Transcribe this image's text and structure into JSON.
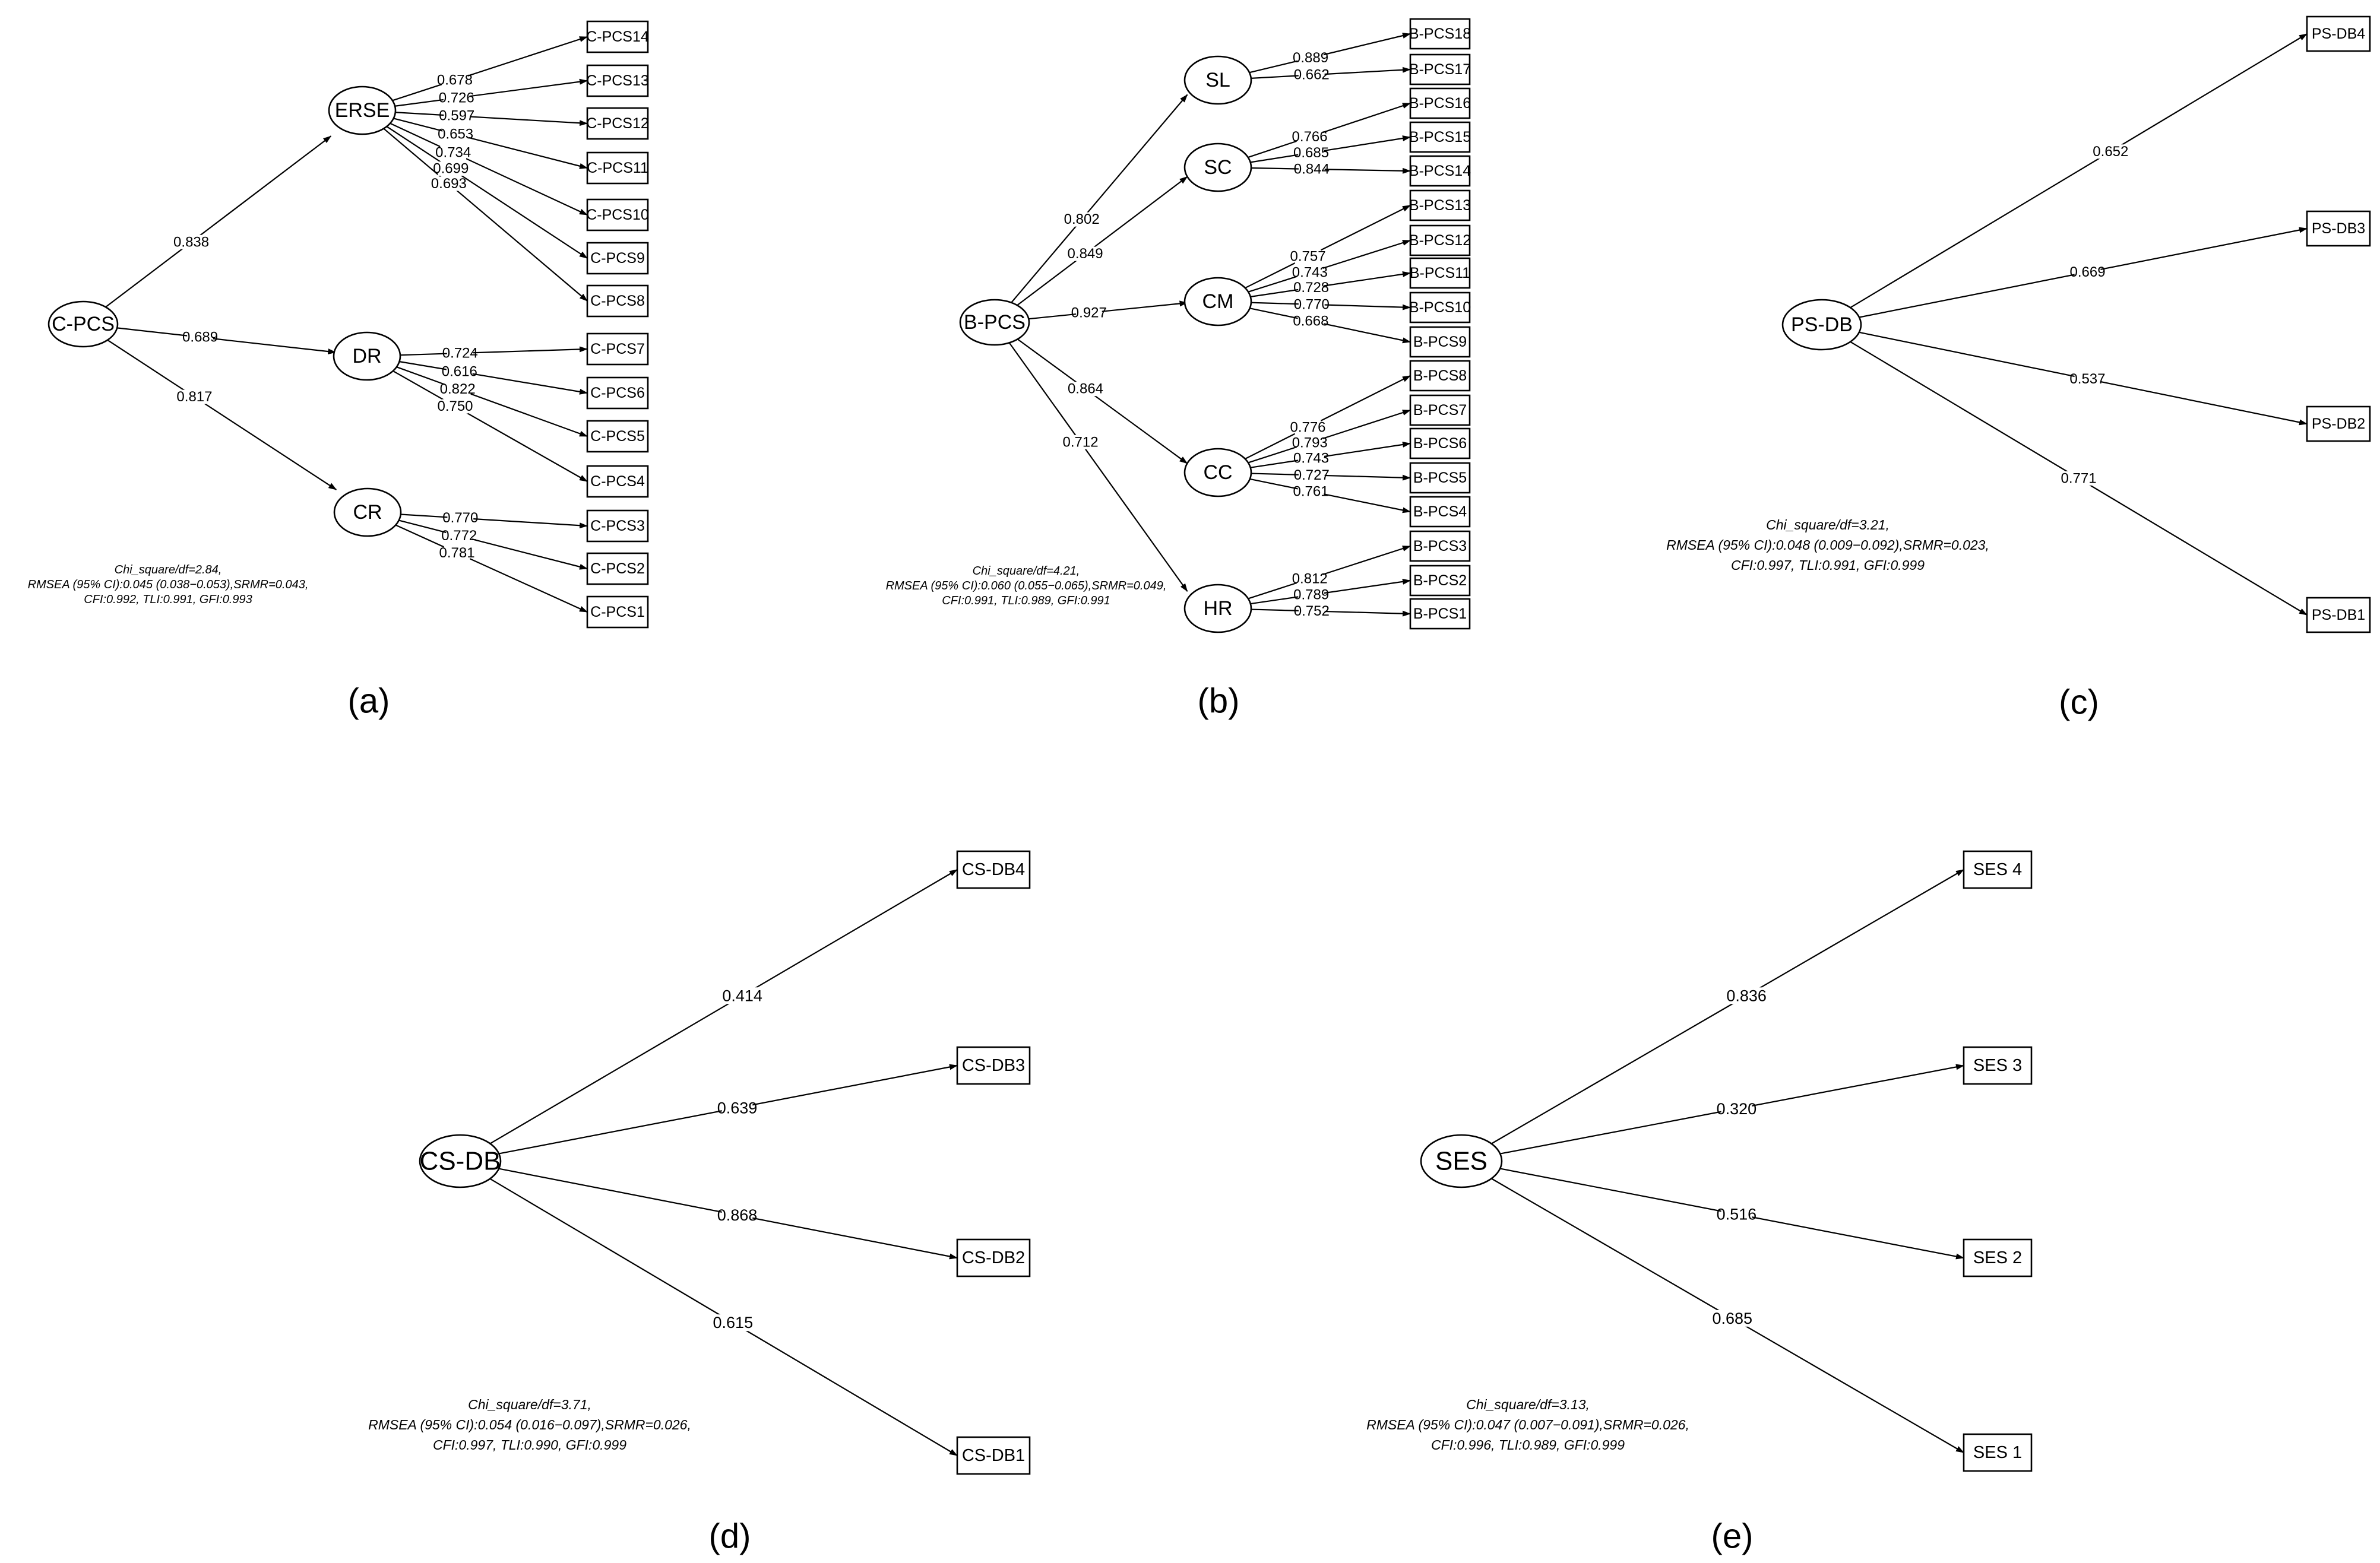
{
  "panels": [
    {
      "id": "a",
      "caption": "(a)",
      "root": "C-PCS",
      "fit_lines": [
        "Chi_square/df=2.84,",
        "RMSEA (95% CI):0.045 (0.038−0.053),SRMR=0.043,",
        "CFI:0.992, TLI:0.991, GFI:0.993"
      ],
      "factors": [
        {
          "name": "ERSE",
          "loading": "0.838",
          "items": [
            {
              "name": "C-PCS14",
              "loading": "0.678"
            },
            {
              "name": "C-PCS13",
              "loading": "0.726"
            },
            {
              "name": "C-PCS12",
              "loading": "0.597"
            },
            {
              "name": "C-PCS11",
              "loading": "0.653"
            },
            {
              "name": "C-PCS10",
              "loading": "0.734"
            },
            {
              "name": "C-PCS9",
              "loading": "0.699"
            },
            {
              "name": "C-PCS8",
              "loading": "0.693"
            }
          ]
        },
        {
          "name": "DR",
          "loading": "0.689",
          "items": [
            {
              "name": "C-PCS7",
              "loading": "0.724"
            },
            {
              "name": "C-PCS6",
              "loading": "0.616"
            },
            {
              "name": "C-PCS5",
              "loading": "0.822"
            },
            {
              "name": "C-PCS4",
              "loading": "0.750"
            }
          ]
        },
        {
          "name": "CR",
          "loading": "0.817",
          "items": [
            {
              "name": "C-PCS3",
              "loading": "0.770"
            },
            {
              "name": "C-PCS2",
              "loading": "0.772"
            },
            {
              "name": "C-PCS1",
              "loading": "0.781"
            }
          ]
        }
      ]
    },
    {
      "id": "b",
      "caption": "(b)",
      "root": "B-PCS",
      "fit_lines": [
        "Chi_square/df=4.21,",
        "RMSEA (95% CI):0.060 (0.055−0.065),SRMR=0.049,",
        "CFI:0.991, TLI:0.989, GFI:0.991"
      ],
      "factors": [
        {
          "name": "SL",
          "loading": "0.802",
          "items": [
            {
              "name": "B-PCS18",
              "loading": "0.889"
            },
            {
              "name": "B-PCS17",
              "loading": "0.662"
            }
          ]
        },
        {
          "name": "SC",
          "loading": "0.849",
          "items": [
            {
              "name": "B-PCS16",
              "loading": "0.766"
            },
            {
              "name": "B-PCS15",
              "loading": "0.685"
            },
            {
              "name": "B-PCS14",
              "loading": "0.844"
            }
          ]
        },
        {
          "name": "CM",
          "loading": "0.927",
          "items": [
            {
              "name": "B-PCS13",
              "loading": "0.757"
            },
            {
              "name": "B-PCS12",
              "loading": "0.743"
            },
            {
              "name": "B-PCS11",
              "loading": "0.728"
            },
            {
              "name": "B-PCS10",
              "loading": "0.770"
            },
            {
              "name": "B-PCS9",
              "loading": "0.668"
            }
          ]
        },
        {
          "name": "CC",
          "loading": "0.864",
          "items": [
            {
              "name": "B-PCS8",
              "loading": "0.776"
            },
            {
              "name": "B-PCS7",
              "loading": "0.793"
            },
            {
              "name": "B-PCS6",
              "loading": "0.743"
            },
            {
              "name": "B-PCS5",
              "loading": "0.727"
            },
            {
              "name": "B-PCS4",
              "loading": "0.761"
            }
          ]
        },
        {
          "name": "HR",
          "loading": "0.712",
          "items": [
            {
              "name": "B-PCS3",
              "loading": "0.812"
            },
            {
              "name": "B-PCS2",
              "loading": "0.789"
            },
            {
              "name": "B-PCS1",
              "loading": "0.752"
            }
          ]
        }
      ]
    },
    {
      "id": "c",
      "caption": "(c)",
      "root": "PS-DB",
      "fit_lines": [
        "Chi_square/df=3.21,",
        "RMSEA (95% CI):0.048 (0.009−0.092),SRMR=0.023,",
        "CFI:0.997, TLI:0.991, GFI:0.999"
      ],
      "items": [
        {
          "name": "PS-DB4",
          "loading": "0.652"
        },
        {
          "name": "PS-DB3",
          "loading": "0.669"
        },
        {
          "name": "PS-DB2",
          "loading": "0.537"
        },
        {
          "name": "PS-DB1",
          "loading": "0.771"
        }
      ]
    },
    {
      "id": "d",
      "caption": "(d)",
      "root": "CS-DB",
      "fit_lines": [
        "Chi_square/df=3.71,",
        "RMSEA (95% CI):0.054 (0.016−0.097),SRMR=0.026,",
        "CFI:0.997, TLI:0.990, GFI:0.999"
      ],
      "items": [
        {
          "name": "CS-DB4",
          "loading": "0.414"
        },
        {
          "name": "CS-DB3",
          "loading": "0.639"
        },
        {
          "name": "CS-DB2",
          "loading": "0.868"
        },
        {
          "name": "CS-DB1",
          "loading": "0.615"
        }
      ]
    },
    {
      "id": "e",
      "caption": "(e)",
      "root": "SES",
      "fit_lines": [
        "Chi_square/df=3.13,",
        "RMSEA (95% CI):0.047 (0.007−0.091),SRMR=0.026,",
        "CFI:0.996, TLI:0.989, GFI:0.999"
      ],
      "items": [
        {
          "name": "SES 4",
          "loading": "0.836"
        },
        {
          "name": "SES 3",
          "loading": "0.320"
        },
        {
          "name": "SES 2",
          "loading": "0.516"
        },
        {
          "name": "SES 1",
          "loading": "0.685"
        }
      ]
    }
  ]
}
